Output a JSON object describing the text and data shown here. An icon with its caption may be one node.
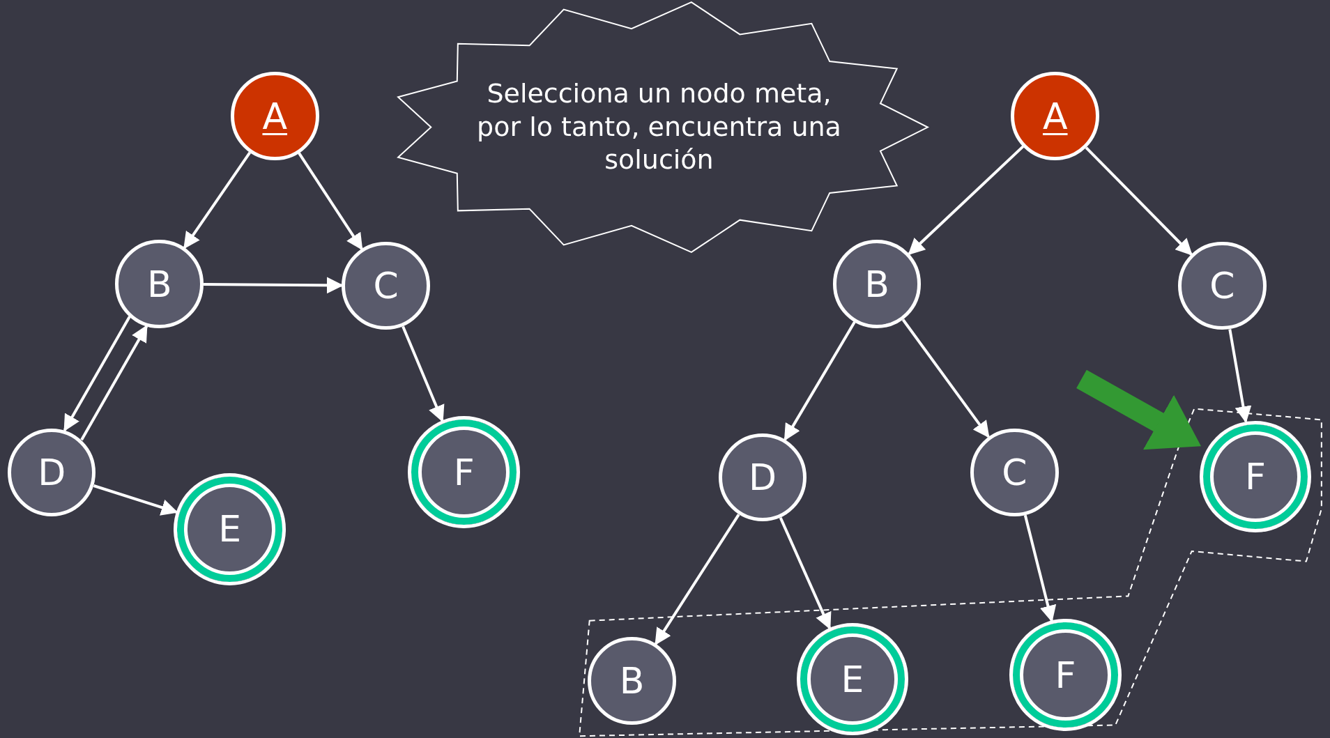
{
  "diagram": {
    "nodes": [
      {
        "text": [
          "A"
        ]
      },
      {
        "text": [
          "B"
        ]
      },
      {
        "text": [
          "C"
        ]
      },
      {
        "text": [
          "D"
        ]
      },
      {
        "text": [
          "E"
        ]
      },
      {
        "text": [
          "F"
        ]
      },
      {
        "text": [
          "Selecciona un nodo meta, por lo tanto, encuentra una solución"
        ]
      },
      {
        "text": [
          "A"
        ]
      },
      {
        "text": [
          "B"
        ]
      },
      {
        "text": [
          "C"
        ]
      },
      {
        "text": [
          "D"
        ]
      },
      {
        "text": [
          "C"
        ]
      },
      {
        "text": [
          "F"
        ]
      },
      {
        "text": [
          "B"
        ]
      },
      {
        "text": [
          "E"
        ]
      },
      {
        "text": [
          "F"
        ]
      }
    ],
    "edges": [
      {
        "from": 0,
        "to": 1,
        "arrow": "to"
      },
      {
        "from": 0,
        "to": 2,
        "arrow": "to"
      },
      {
        "from": 1,
        "to": 2,
        "arrow": "to"
      },
      {
        "from": 1,
        "to": 3,
        "arrow": "to"
      },
      {
        "from": 3,
        "to": 1,
        "arrow": "to"
      },
      {
        "from": 3,
        "to": 4,
        "arrow": "to"
      },
      {
        "from": 2,
        "to": 5,
        "arrow": "to"
      },
      {
        "from": 7,
        "to": 8,
        "arrow": "to"
      },
      {
        "from": 7,
        "to": 9,
        "arrow": "to"
      },
      {
        "from": 8,
        "to": 10,
        "arrow": "to"
      },
      {
        "from": 8,
        "to": 11,
        "arrow": "to"
      },
      {
        "from": 9,
        "to": 12,
        "arrow": "to"
      },
      {
        "from": 10,
        "to": 13,
        "arrow": "to"
      },
      {
        "from": 10,
        "to": 14,
        "arrow": "to"
      },
      {
        "from": 11,
        "to": 15,
        "arrow": "to"
      },
      {
        "from": null,
        "to": 12,
        "arrow": "to",
        "style": "thick",
        "color": "#339933"
      }
    ]
  }
}
